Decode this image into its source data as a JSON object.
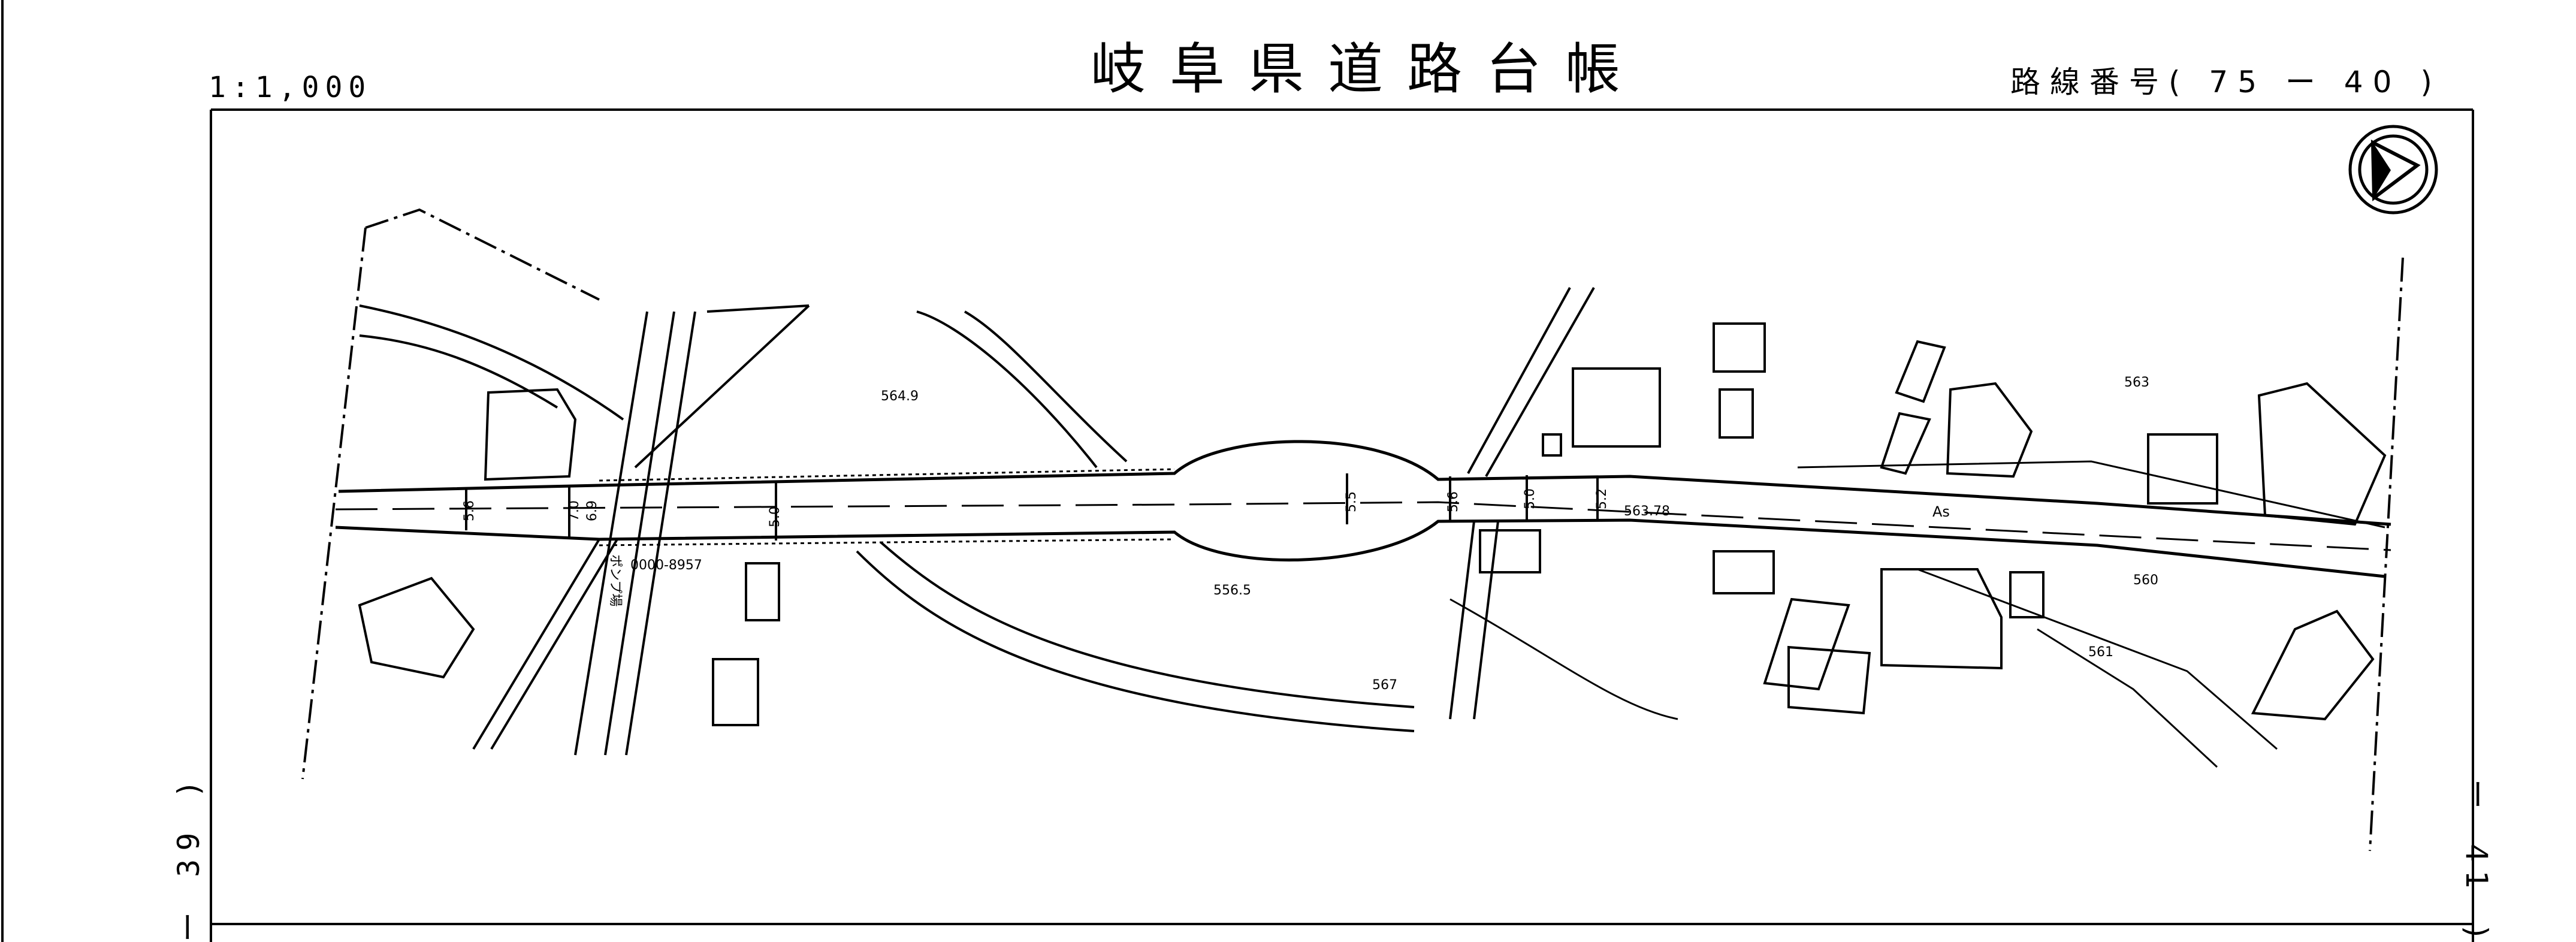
{
  "header": {
    "scale": "1:1,000",
    "title": "岐阜県道路台帳",
    "route_number": "路線番号( 75 ー 40 )"
  },
  "sheet_links": {
    "left": "ー 39 )",
    "right": "ー 41 )"
  },
  "map": {
    "road_surface": "As",
    "elevation_points": [
      "564.9",
      "556.5",
      "563.78",
      "567",
      "563",
      "561",
      "560"
    ],
    "road_widths": [
      "5.6",
      "7.0",
      "6.9",
      "5.0",
      "5.5",
      "5.6",
      "5.0",
      "5.2"
    ],
    "benchmark_code": "0000-8957",
    "facility_label": "ポンプ場"
  },
  "icons": {
    "north_arrow": "north-arrow-icon"
  }
}
